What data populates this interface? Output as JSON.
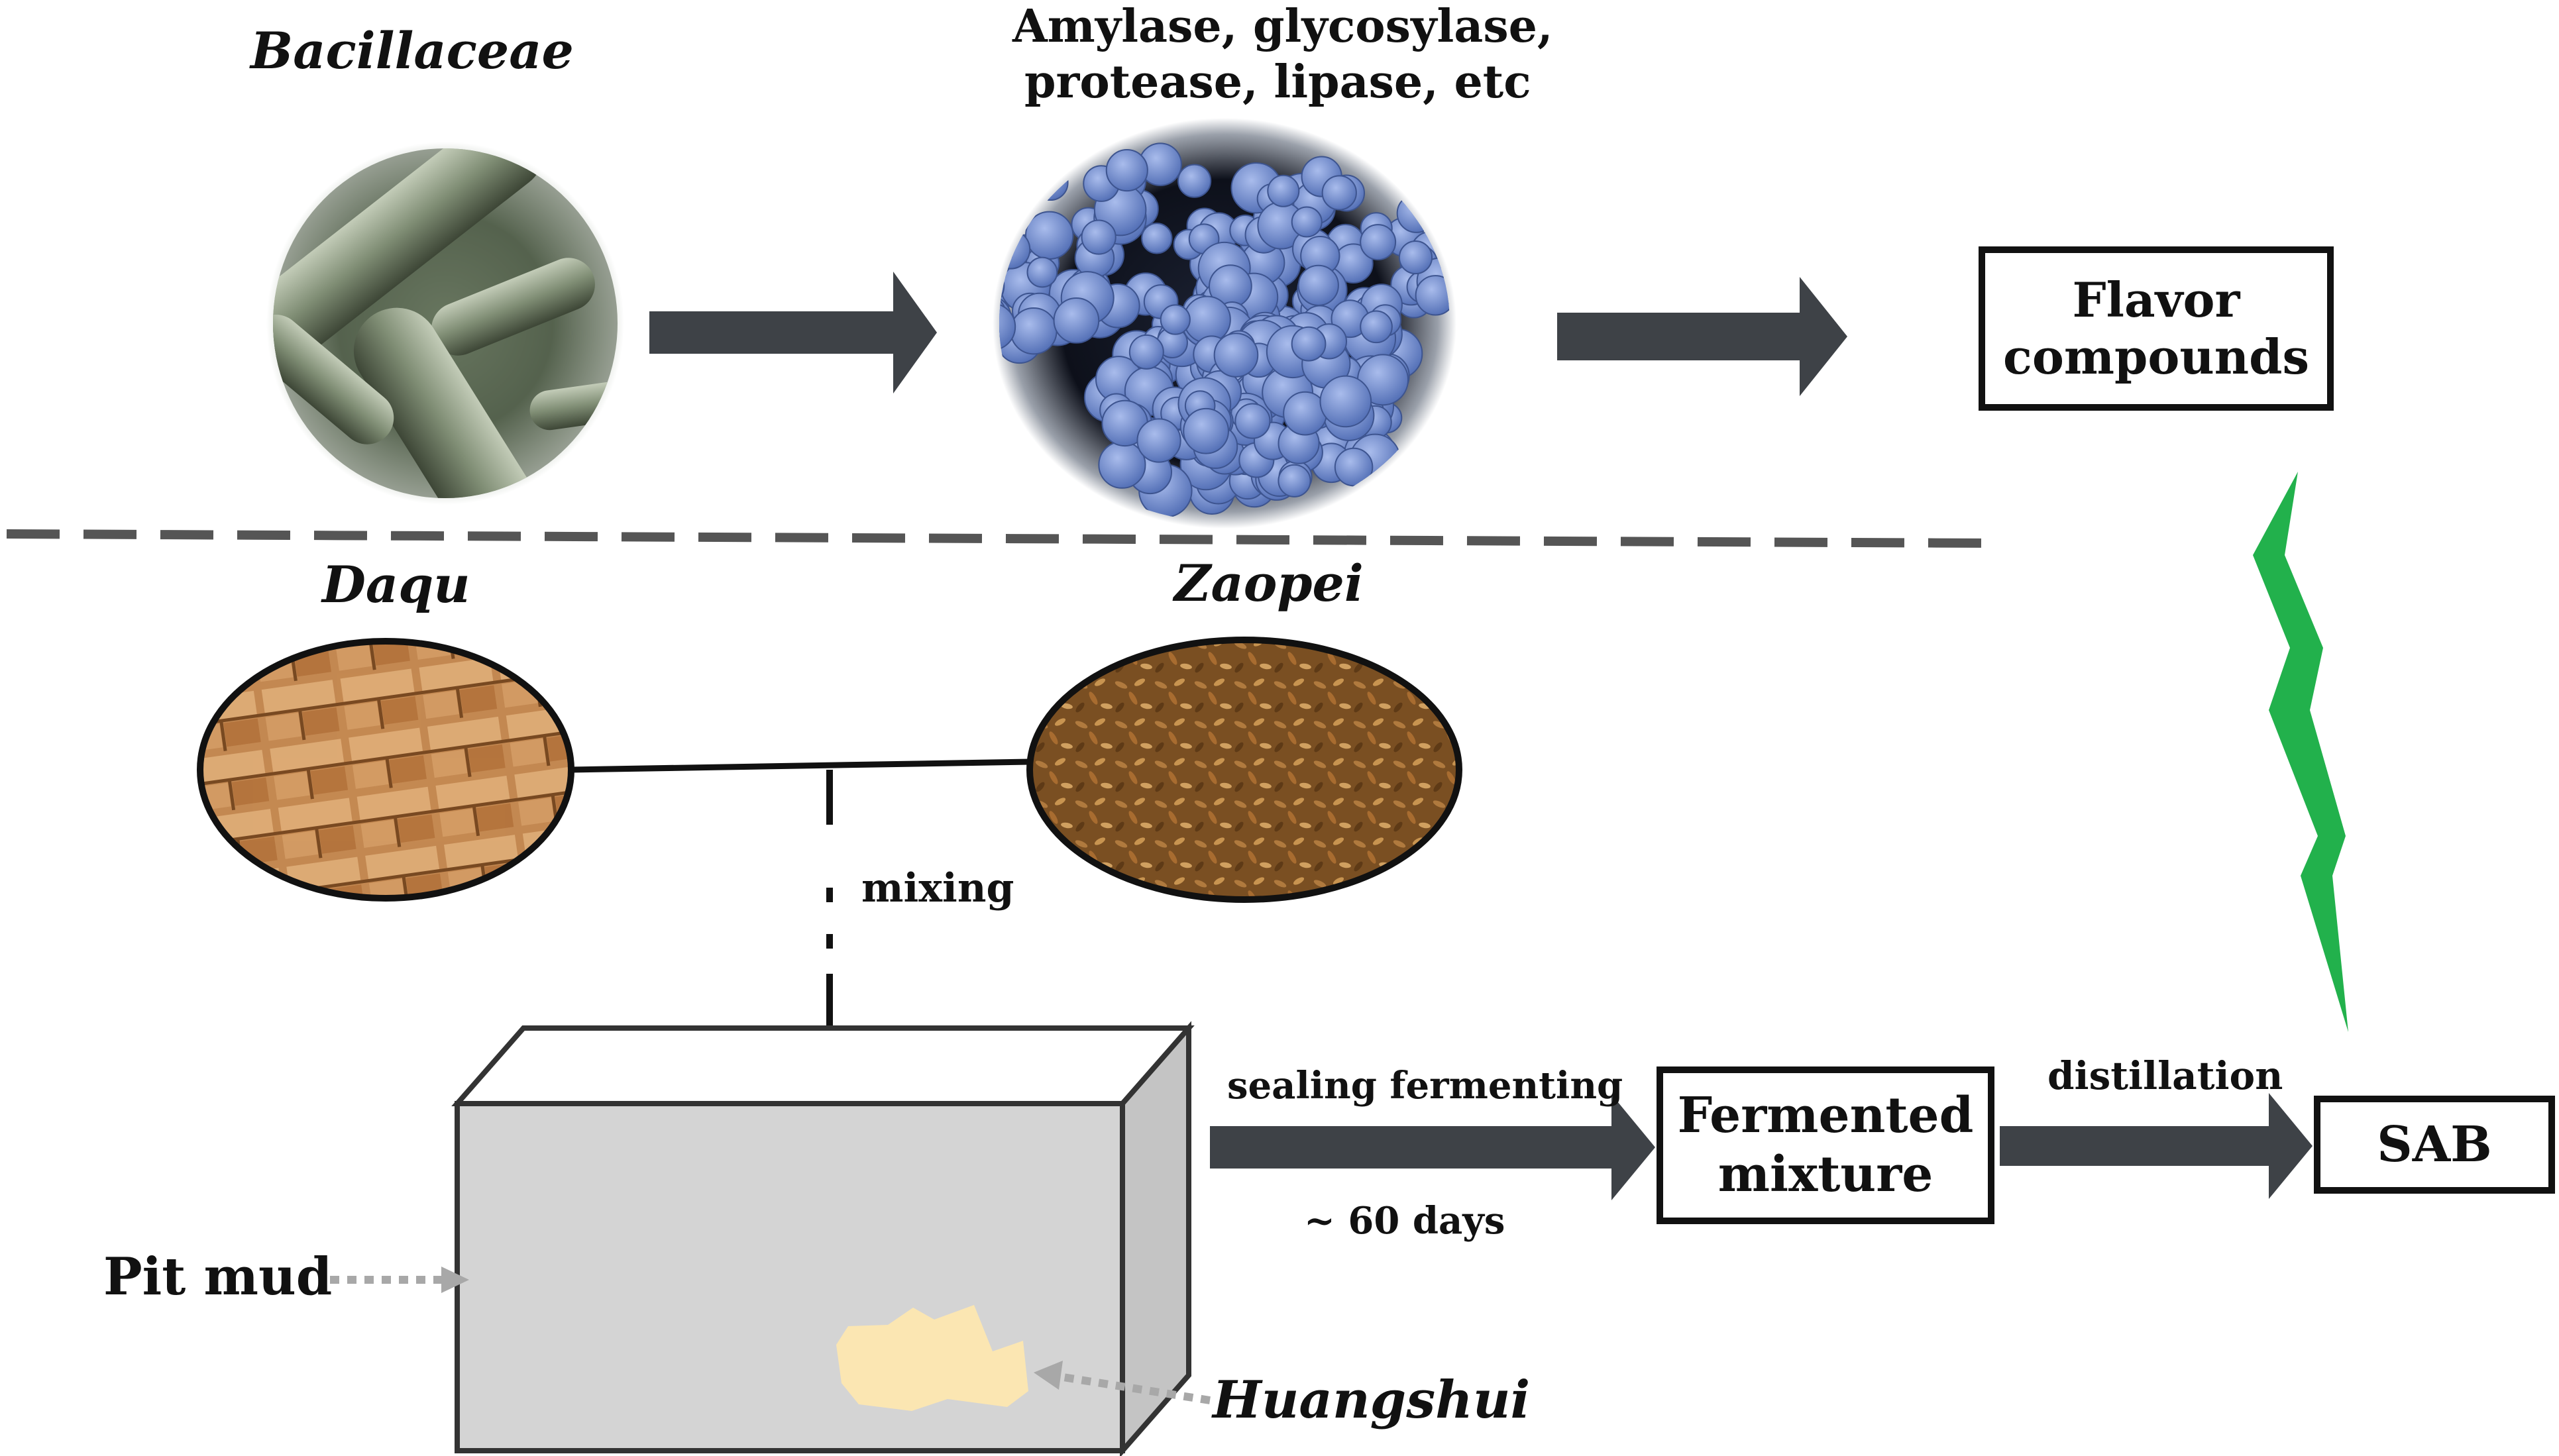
{
  "top": {
    "organism_label": "Bacillaceae",
    "enzymes_line1": "Amylase, glycosylase,",
    "enzymes_line2": "protease, lipase, etc",
    "flavor_line1": "Flavor",
    "flavor_line2": "compounds"
  },
  "bottom": {
    "daqu_label": "Daqu",
    "zaopei_label": "Zaopei",
    "mixing_label": "mixing",
    "pit_mud_label": "Pit mud",
    "huangshui_label": "Huangshui",
    "sealing_label": "sealing fermenting",
    "days_label": "~ 60 days",
    "fermented_line1": "Fermented",
    "fermented_line2": "mixture",
    "distillation_label": "distillation",
    "sab_label": "SAB"
  },
  "colors": {
    "arrow": "#3e4247",
    "bolt": "#22b14c",
    "pit": "#d4d4d4",
    "huangshui": "#fbe6b2"
  }
}
